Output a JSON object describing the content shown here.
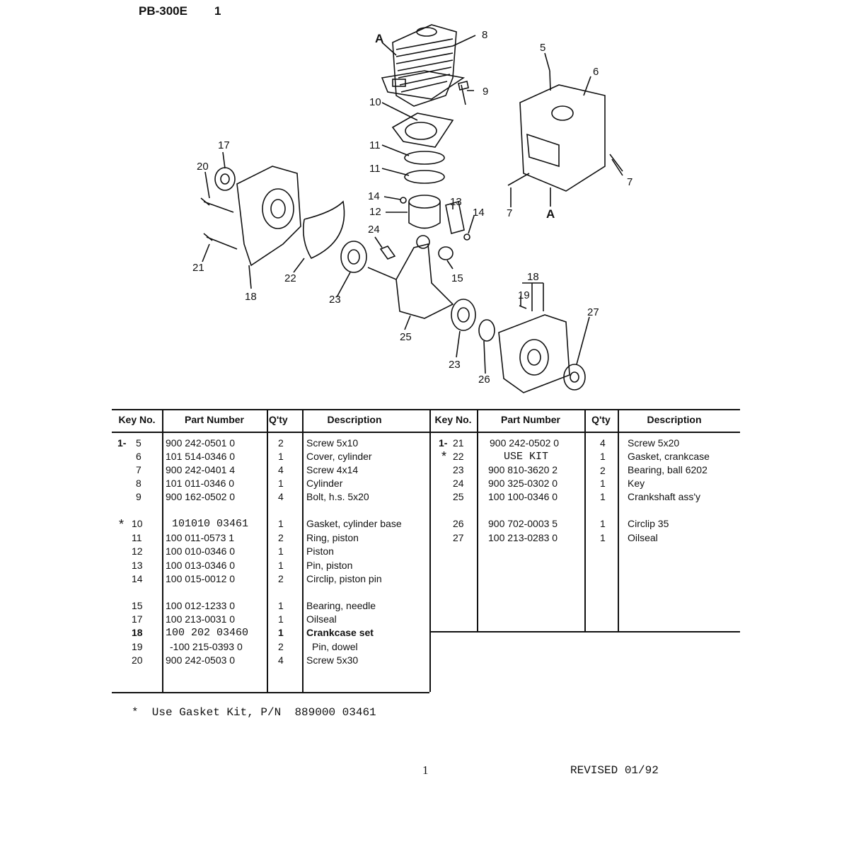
{
  "header": {
    "model": "PB-300E",
    "page_ref": "1"
  },
  "diagram": {
    "callouts": [
      "A",
      "8",
      "9",
      "10",
      "11",
      "11",
      "14",
      "12",
      "13",
      "14",
      "24",
      "15",
      "5",
      "6",
      "7",
      "7",
      "A",
      "17",
      "20",
      "21",
      "22",
      "18",
      "23",
      "25",
      "23",
      "26",
      "18",
      "19",
      "27"
    ]
  },
  "table": {
    "columns": [
      "Key No.",
      "Part Number",
      "Q'ty",
      "Description"
    ],
    "left_rows": [
      {
        "prefix": "1-",
        "key": "5",
        "part": "900 242-0501 0",
        "qty": "2",
        "desc": "Screw 5x10"
      },
      {
        "prefix": "",
        "key": "6",
        "part": "101 514-0346 0",
        "qty": "1",
        "desc": "Cover, cylinder"
      },
      {
        "prefix": "",
        "key": "7",
        "part": "900 242-0401 4",
        "qty": "4",
        "desc": "Screw 4x14"
      },
      {
        "prefix": "",
        "key": "8",
        "part": "101 011-0346 0",
        "qty": "1",
        "desc": "Cylinder"
      },
      {
        "prefix": "",
        "key": "9",
        "part": "900 162-0502 0",
        "qty": "4",
        "desc": "Bolt, h.s. 5x20"
      },
      {
        "prefix": "*",
        "key": "10",
        "part": "101010 03461",
        "qty": "1",
        "desc": "Gasket, cylinder base"
      },
      {
        "prefix": "",
        "key": "11",
        "part": "100 011-0573 1",
        "qty": "2",
        "desc": "Ring, piston"
      },
      {
        "prefix": "",
        "key": "12",
        "part": "100 010-0346 0",
        "qty": "1",
        "desc": "Piston"
      },
      {
        "prefix": "",
        "key": "13",
        "part": "100 013-0346 0",
        "qty": "1",
        "desc": "Pin, piston"
      },
      {
        "prefix": "",
        "key": "14",
        "part": "100 015-0012 0",
        "qty": "2",
        "desc": "Circlip, piston pin"
      },
      {
        "prefix": "",
        "key": "15",
        "part": "100 012-1233 0",
        "qty": "1",
        "desc": "Bearing, needle"
      },
      {
        "prefix": "",
        "key": "17",
        "part": "100 213-0031 0",
        "qty": "1",
        "desc": "Oilseal"
      },
      {
        "prefix": "",
        "key": "18",
        "part": "100 202 03460",
        "qty": "1",
        "desc": "Crankcase set"
      },
      {
        "prefix": "",
        "key": "19",
        "part": "-100 215-0393 0",
        "qty": "2",
        "desc": "Pin, dowel"
      },
      {
        "prefix": "",
        "key": "20",
        "part": "900 242-0503 0",
        "qty": "4",
        "desc": "Screw 5x30"
      }
    ],
    "right_rows": [
      {
        "prefix": "1-",
        "key": "21",
        "part": "900 242-0502 0",
        "qty": "4",
        "desc": "Screw 5x20"
      },
      {
        "prefix": "*",
        "key": "22",
        "part": "USE KIT",
        "qty": "1",
        "desc": "Gasket, crankcase"
      },
      {
        "prefix": "",
        "key": "23",
        "part": "900 810-3620 2",
        "qty": "2",
        "desc": "Bearing, ball 6202"
      },
      {
        "prefix": "",
        "key": "24",
        "part": "900 325-0302 0",
        "qty": "1",
        "desc": "Key"
      },
      {
        "prefix": "",
        "key": "25",
        "part": "100 100-0346 0",
        "qty": "1",
        "desc": "Crankshaft ass'y"
      },
      {
        "prefix": "",
        "key": "26",
        "part": "900 702-0003 5",
        "qty": "1",
        "desc": "Circlip 35"
      },
      {
        "prefix": "",
        "key": "27",
        "part": "100 213-0283 0",
        "qty": "1",
        "desc": "Oilseal"
      }
    ]
  },
  "footnote": "*  Use Gasket Kit, P/N  889000 03461",
  "footer": {
    "page_number": "1",
    "revised": "REVISED 01/92"
  }
}
